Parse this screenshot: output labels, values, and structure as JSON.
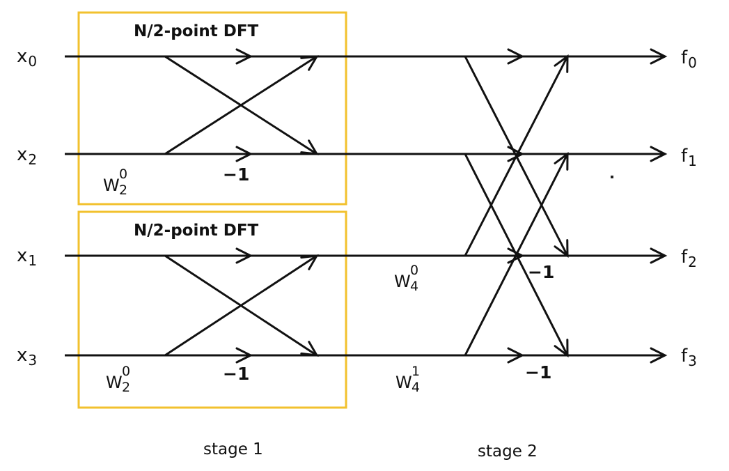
{
  "boxes": {
    "top_title": "N/2-point DFT",
    "bottom_title": "N/2-point DFT"
  },
  "inputs": [
    {
      "base": "x",
      "sub": "0"
    },
    {
      "base": "x",
      "sub": "2"
    },
    {
      "base": "x",
      "sub": "1"
    },
    {
      "base": "x",
      "sub": "3"
    }
  ],
  "outputs": [
    {
      "base": "f",
      "sub": "0"
    },
    {
      "base": "f",
      "sub": "1"
    },
    {
      "base": "f",
      "sub": "2"
    },
    {
      "base": "f",
      "sub": "3"
    }
  ],
  "twiddles": {
    "w2_top": {
      "base": "W",
      "sup": "0",
      "sub": "2"
    },
    "w2_bottom": {
      "base": "W",
      "sup": "0",
      "sub": "2"
    },
    "w4_0": {
      "base": "W",
      "sup": "0",
      "sub": "4"
    },
    "w4_1": {
      "base": "W",
      "sup": "1",
      "sub": "4"
    }
  },
  "minus_one": "−1",
  "stages": {
    "stage1": "stage 1",
    "stage2": "stage 2"
  },
  "colors": {
    "box_border": "#F2C12E",
    "line": "#111111"
  }
}
